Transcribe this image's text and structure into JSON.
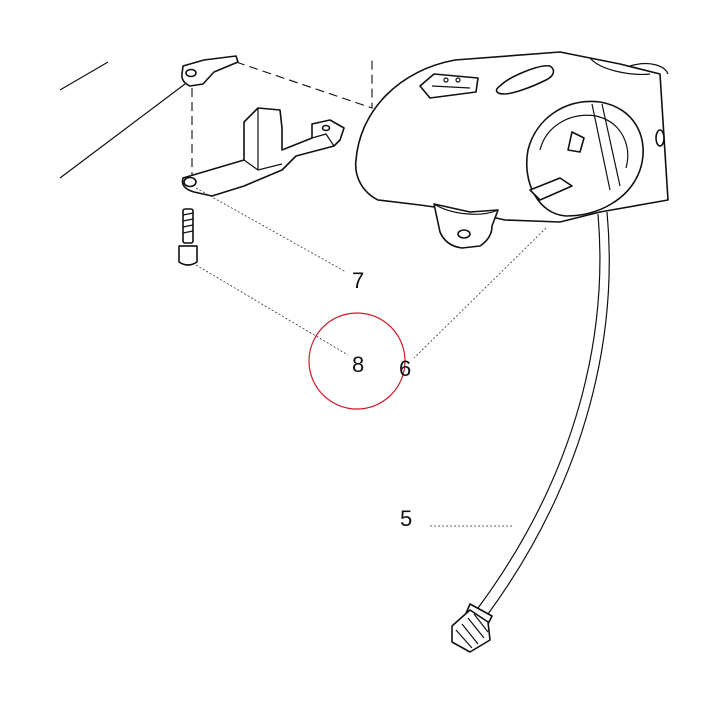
{
  "callouts": {
    "c5": "5",
    "c6": "6",
    "c7": "7",
    "c8": "8"
  },
  "highlight": {
    "target": "8",
    "color": "#d01a2a"
  },
  "colors": {
    "line": "#111111",
    "background": "#ffffff"
  }
}
